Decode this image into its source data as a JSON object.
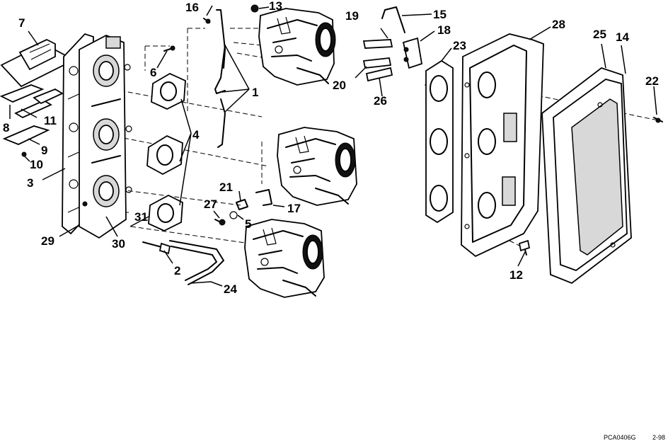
{
  "diagram": {
    "callouts": {
      "c1": "1",
      "c2": "2",
      "c3": "3",
      "c4": "4",
      "c5": "5",
      "c6": "6",
      "c7": "7",
      "c8": "8",
      "c9": "9",
      "c10": "10",
      "c11": "11",
      "c12": "12",
      "c13": "13",
      "c14": "14",
      "c15": "15",
      "c16": "16",
      "c17": "17",
      "c18": "18",
      "c19": "19",
      "c20": "20",
      "c21": "21",
      "c22": "22",
      "c23": "23",
      "c24": "24",
      "c25": "25",
      "c26": "26",
      "c27": "27",
      "c28": "28",
      "c29": "29",
      "c30": "30",
      "c31": "31"
    },
    "footer": {
      "code": "PCA0406G",
      "date": "2-98"
    }
  }
}
